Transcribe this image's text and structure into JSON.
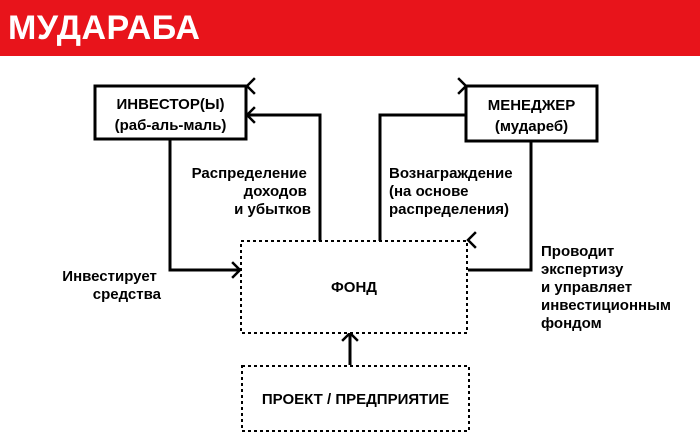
{
  "title": "МУДАРАБА",
  "colors": {
    "title_bar": "#e8141b",
    "title_text": "#ffffff",
    "ink": "#000000"
  },
  "nodes": {
    "investor": {
      "line1": "ИНВЕСТОР(Ы)",
      "line2": "(раб-аль-маль)"
    },
    "manager": {
      "line1": "МЕНЕДЖЕР",
      "line2": "(мудареб)"
    },
    "fund": {
      "label": "ФОНД"
    },
    "project": {
      "label": "ПРОЕКТ / ПРЕДПРИЯТИЕ"
    }
  },
  "labels": {
    "profit_distribution": [
      "Распределение",
      "доходов",
      "и убытков"
    ],
    "reward": [
      "Вознаграждение",
      "(на основе",
      "распределения)"
    ],
    "invests": [
      "Инвестирует",
      "средства"
    ],
    "expertise": [
      "Проводит",
      "экспертизу",
      "и управляет",
      "инвестиционным",
      "фондом"
    ]
  }
}
